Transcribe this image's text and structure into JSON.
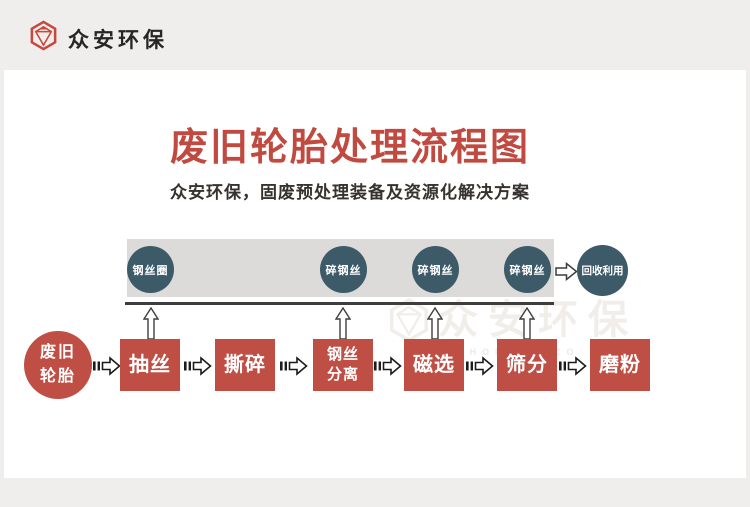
{
  "header": {
    "brand": "众安环保"
  },
  "hero": {
    "title": "废旧轮胎处理流程图",
    "subtitle": "众安环保，固废预处理装备及资源化解决方案"
  },
  "byproduct_track": {
    "items": [
      {
        "label": "钢丝圈"
      },
      {
        "label": "碎钢丝"
      },
      {
        "label": "碎钢丝"
      },
      {
        "label": "碎钢丝"
      }
    ],
    "result_label": "回收利用"
  },
  "process_flow": {
    "source_label": "废旧\n轮胎",
    "steps": [
      {
        "label": "抽丝"
      },
      {
        "label": "撕碎"
      },
      {
        "label": "钢丝\n分离"
      },
      {
        "label": "磁选"
      },
      {
        "label": "筛分"
      },
      {
        "label": "磨粉"
      }
    ]
  },
  "watermark": {
    "text": "众安环保",
    "subtext": "ZHONGAN CO"
  },
  "colors": {
    "accent_red": "#bf4e44",
    "title_red": "#c04a40",
    "node_blue": "#3c5a68",
    "track_gray": "#dcdbd9",
    "frame_gray": "#efeeec",
    "line_dark": "#3d3d3d"
  }
}
